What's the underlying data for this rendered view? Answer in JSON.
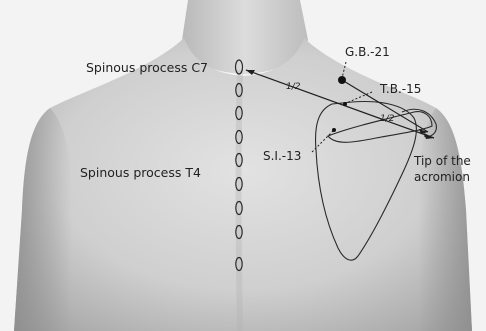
{
  "labels": {
    "spinous_c7": "Spinous process C7",
    "spinous_t4": "Spinous process T4",
    "gb21": "G.B.-21",
    "tb15": "T.B.-15",
    "si13": "S.I.-13",
    "acromion_line1": "Tip of the",
    "acromion_line2": "acromion",
    "half_left": "1/2",
    "half_right": "1/2"
  },
  "colors": {
    "background": "#f2f2f2",
    "skin_light": "#d9d9d9",
    "skin_shadow": "#9a9a9a",
    "line": "#222222",
    "text": "#222222"
  }
}
